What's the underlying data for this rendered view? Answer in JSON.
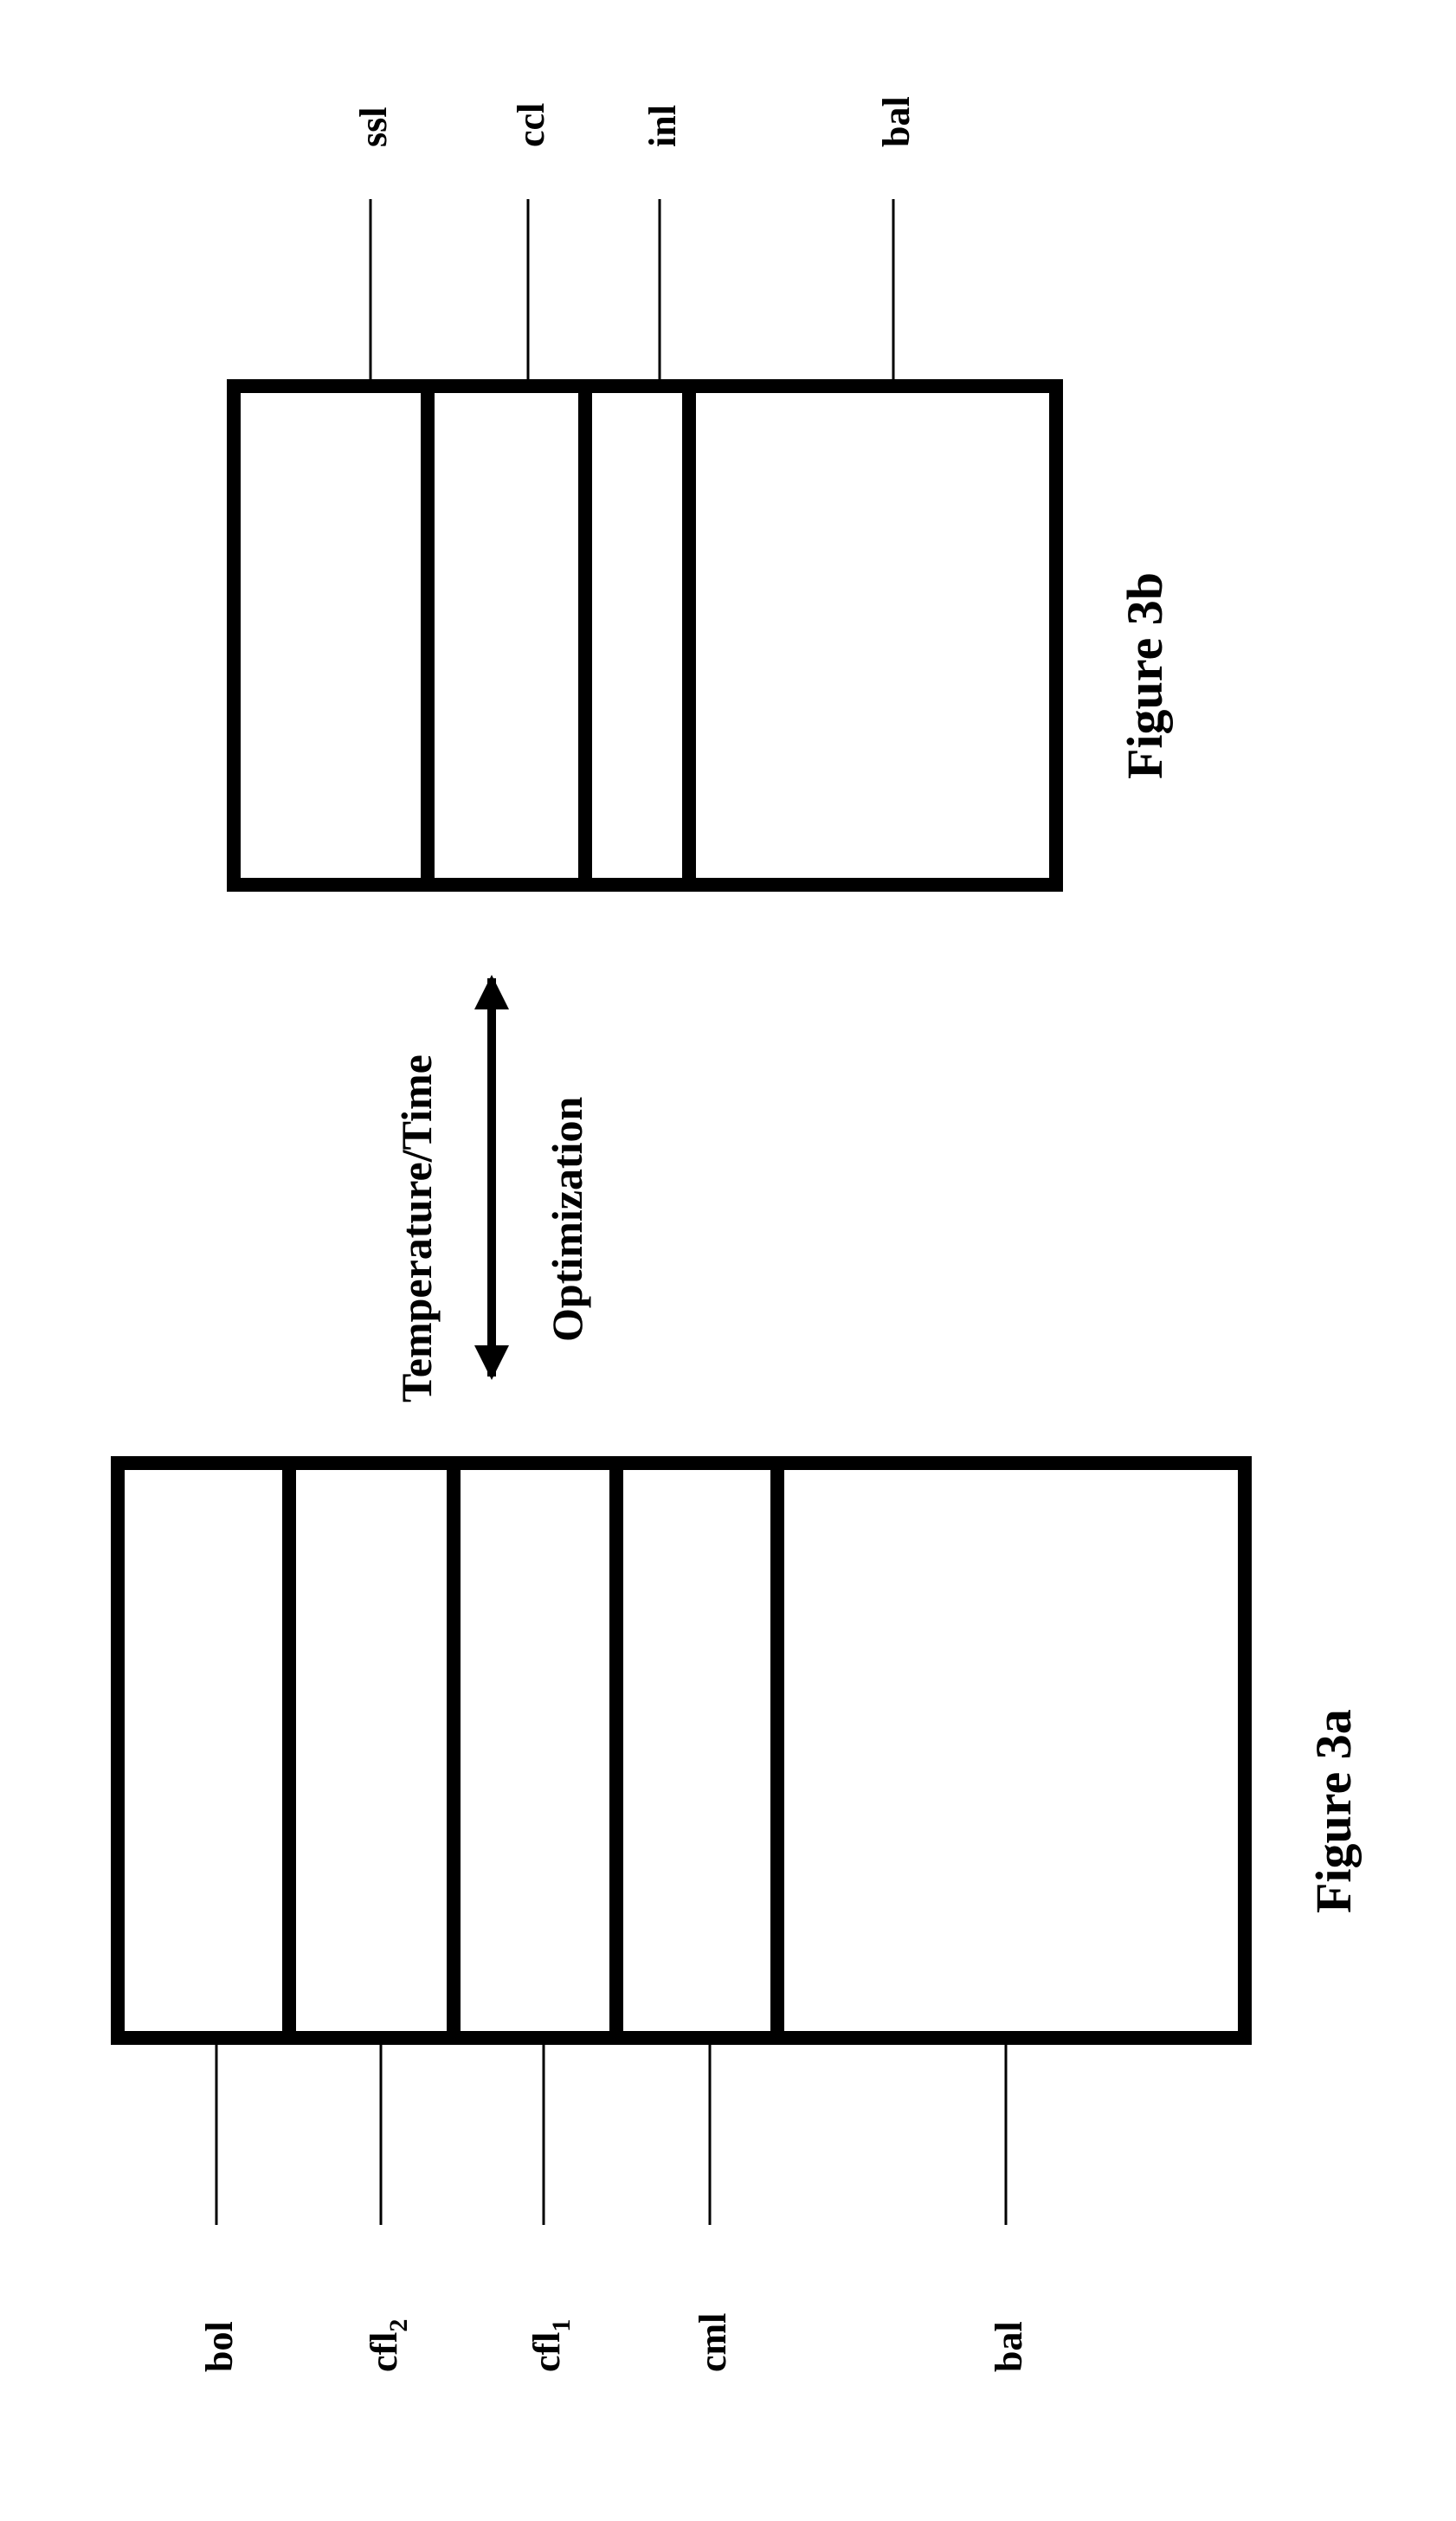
{
  "colors": {
    "ink": "#000000",
    "paper": "#ffffff"
  },
  "figure_3a": {
    "caption": "Figure 3a",
    "layers": [
      {
        "label": "bol",
        "sub": ""
      },
      {
        "label": "cfl",
        "sub": "2"
      },
      {
        "label": "cfl",
        "sub": "1"
      },
      {
        "label": "cml",
        "sub": ""
      },
      {
        "label": "bal",
        "sub": ""
      }
    ]
  },
  "figure_3b": {
    "caption": "Figure 3b",
    "layers": [
      {
        "label": "ssl",
        "sub": ""
      },
      {
        "label": "ccl",
        "sub": ""
      },
      {
        "label": "inl",
        "sub": ""
      },
      {
        "label": "bal",
        "sub": ""
      }
    ]
  },
  "arrow": {
    "line1": "Temperature/Time",
    "line2": "Optimization",
    "direction": "bidirectional"
  }
}
